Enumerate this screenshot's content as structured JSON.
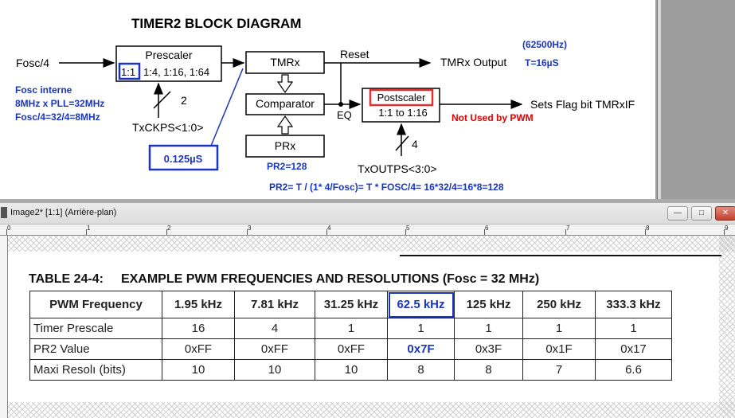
{
  "diagram": {
    "title": "TIMER2 BLOCK DIAGRAM",
    "fosc_input": "Fosc/4",
    "prescaler": {
      "label": "Prescaler",
      "selected_ratio": "1:1",
      "other_ratios": "1:4, 1:16, 1:64"
    },
    "prescaler_bits": "2",
    "prescaler_control": "TxCKPS<1:0>",
    "tmrx": "TMRx",
    "comparator": "Comparator",
    "prx": "PRx",
    "reset": "Reset",
    "eq": "EQ",
    "tmrx_output": "TMRx Output",
    "postscaler": {
      "label": "Postscaler",
      "range": "1:1 to 1:16"
    },
    "postscaler_bits": "4",
    "postscaler_control": "TxOUTPS<3:0>",
    "flag_output": "Sets Flag bit TMRxIF",
    "notes": {
      "fosc_interne": [
        "Fosc interne",
        "8MHz x PLL=32MHz",
        "Fosc/4=32/4=8MHz"
      ],
      "tick_time": "0.125µS",
      "frequency": "(62500Hz)",
      "period": "T=16µS",
      "not_used": "Not Used by PWM",
      "pr2_value": "PR2=128",
      "pr2_formula": "PR2= T / (1* 4/Fosc)= T * FOSC/4= 16*32/4=16*8=128"
    }
  },
  "window": {
    "title": "Image2* [1:1] (Arrière-plan)",
    "buttons": [
      "minimize",
      "maximize",
      "close"
    ],
    "ruler_labels": [
      "0",
      "1",
      "2",
      "3",
      "4",
      "5",
      "6",
      "7",
      "8",
      "9"
    ]
  },
  "table": {
    "title_left": "TABLE 24-4:",
    "title_right": "EXAMPLE PWM FREQUENCIES AND RESOLUTIONS (Fosc = 32 MHz)",
    "header": [
      "PWM Frequency",
      "1.95 kHz",
      "7.81 kHz",
      "31.25 kHz",
      "62.5 kHz",
      "125 kHz",
      "250 kHz",
      "333.3 kHz"
    ],
    "rows": [
      [
        "Timer Prescale",
        "16",
        "4",
        "1",
        "1",
        "1",
        "1",
        "1"
      ],
      [
        "PR2 Value",
        "0xFF",
        "0xFF",
        "0xFF",
        "0x7F",
        "0x3F",
        "0x1F",
        "0x17"
      ],
      [
        "Maxi Resolı (bits)",
        "10",
        "10",
        "10",
        "8",
        "8",
        "7",
        "6.6"
      ]
    ]
  },
  "colors": {
    "annotation_blue": "#1a35c0",
    "annotation_red": "#e00000",
    "highlight_red_box": "#e03030"
  }
}
